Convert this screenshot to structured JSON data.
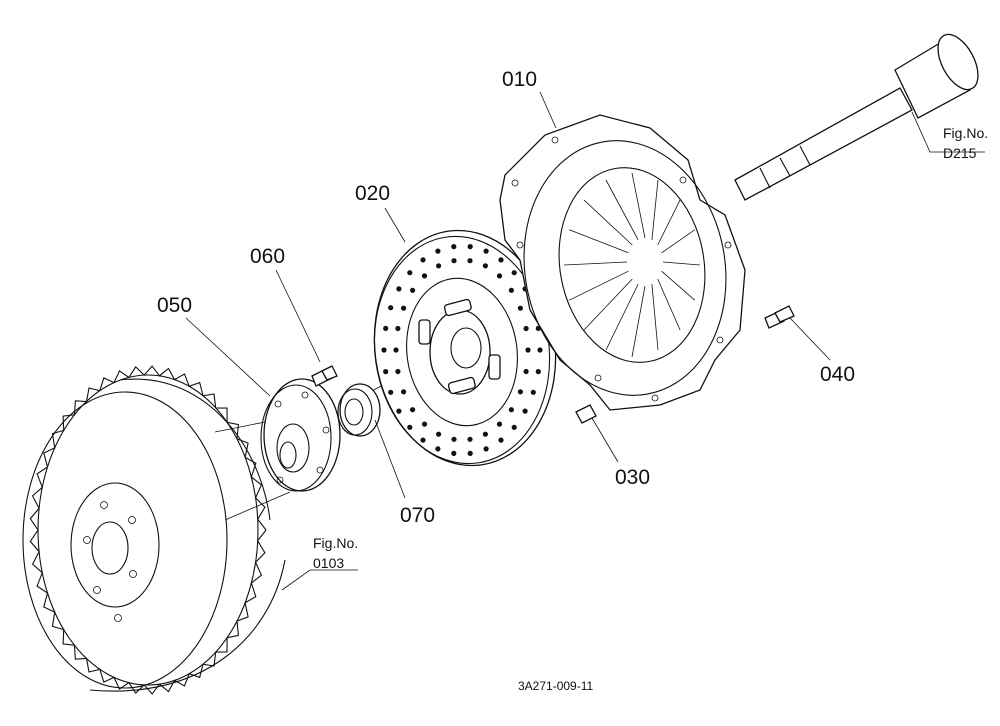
{
  "diagram": {
    "part_labels": {
      "p010": "010",
      "p020": "020",
      "p030": "030",
      "p040": "040",
      "p050": "050",
      "p060": "060",
      "p070": "070"
    },
    "figure_refs": {
      "top_right": {
        "line1": "Fig.No.",
        "line2": "D215"
      },
      "bottom_left": {
        "line1": "Fig.No.",
        "line2": "0103"
      }
    },
    "drawing_code": "3A271-009-11"
  }
}
